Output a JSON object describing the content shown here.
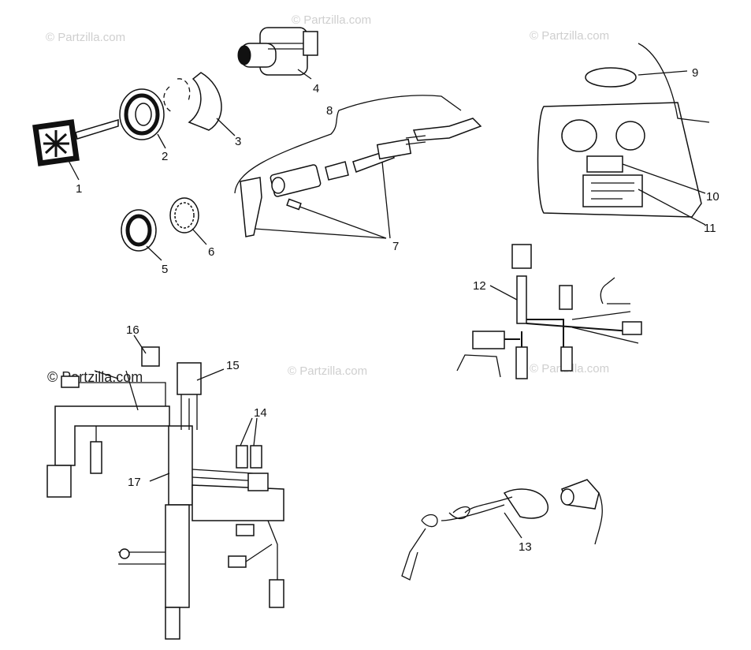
{
  "watermark": "© Partzilla.com",
  "callouts": [
    "1",
    "2",
    "3",
    "4",
    "5",
    "6",
    "7",
    "8",
    "9",
    "10",
    "11",
    "12",
    "13",
    "14",
    "15",
    "16",
    "17"
  ]
}
